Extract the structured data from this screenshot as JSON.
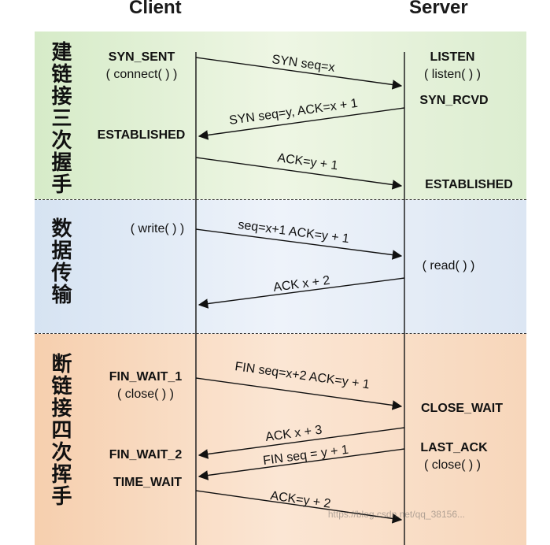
{
  "headers": {
    "client": "Client",
    "server": "Server"
  },
  "sections": [
    {
      "title": "建链接三次握手"
    },
    {
      "title": "数据传输"
    },
    {
      "title": "断链接四次挥手"
    }
  ],
  "client_labels": {
    "syn_sent": "SYN_SENT",
    "connect": "( connect( ) )",
    "established": "ESTABLISHED",
    "write": "( write( ) )",
    "fin_wait_1": "FIN_WAIT_1",
    "close": "( close( ) )",
    "fin_wait_2": "FIN_WAIT_2",
    "time_wait": "TIME_WAIT"
  },
  "server_labels": {
    "listen": "LISTEN",
    "listen_call": "( listen( ) )",
    "syn_rcvd": "SYN_RCVD",
    "established": "ESTABLISHED",
    "read": "( read( ) )",
    "close_wait": "CLOSE_WAIT",
    "last_ack": "LAST_ACK",
    "close": "( close( ) )"
  },
  "messages": [
    {
      "id": "m1",
      "text": "SYN seq=x",
      "direction": "client-to-server"
    },
    {
      "id": "m2",
      "text": "SYN seq=y, ACK=x + 1",
      "direction": "server-to-client"
    },
    {
      "id": "m3",
      "text": "ACK=y + 1",
      "direction": "client-to-server"
    },
    {
      "id": "m4",
      "text": "seq=x+1 ACK=y + 1",
      "direction": "client-to-server"
    },
    {
      "id": "m5",
      "text": "ACK x + 2",
      "direction": "server-to-client"
    },
    {
      "id": "m6",
      "text": "FIN seq=x+2 ACK=y + 1",
      "direction": "client-to-server"
    },
    {
      "id": "m7",
      "text": "ACK x + 3",
      "direction": "server-to-client"
    },
    {
      "id": "m8",
      "text": "FIN seq = y + 1",
      "direction": "server-to-client"
    },
    {
      "id": "m9",
      "text": "ACK=y + 2",
      "direction": "client-to-server"
    }
  ],
  "watermark": "https://blog.csdn.net/qq_38156..."
}
